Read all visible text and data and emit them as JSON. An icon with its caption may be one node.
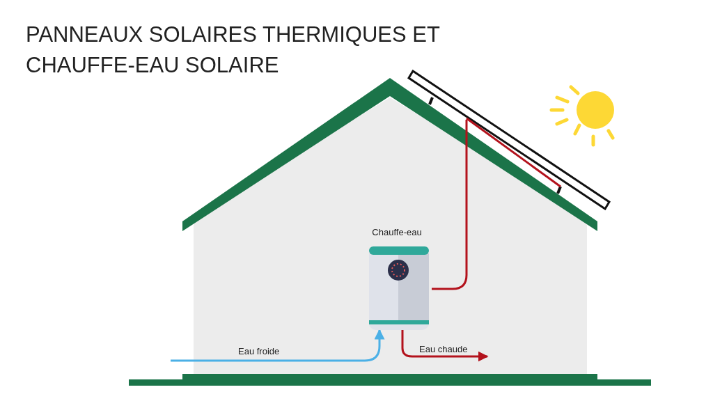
{
  "diagram": {
    "title": "PANNEAUX SOLAIRES THERMIQUES ET CHAUFFE-EAU SOLAIRE",
    "nodes": [
      {
        "text": [],
        "shape": "picture"
      },
      {
        "text": [
          "Chauffe-eau"
        ]
      }
    ],
    "edges": [
      {
        "from": 0,
        "to": 1,
        "arrow": "none",
        "color": "#b3121c"
      },
      {
        "from": null,
        "to": 1,
        "arrow": "to",
        "label": "Eau froide",
        "color": "#4bb0e6"
      },
      {
        "from": 1,
        "to": null,
        "arrow": "to",
        "label": "Eau chaude",
        "color": "#b3121c"
      }
    ]
  }
}
